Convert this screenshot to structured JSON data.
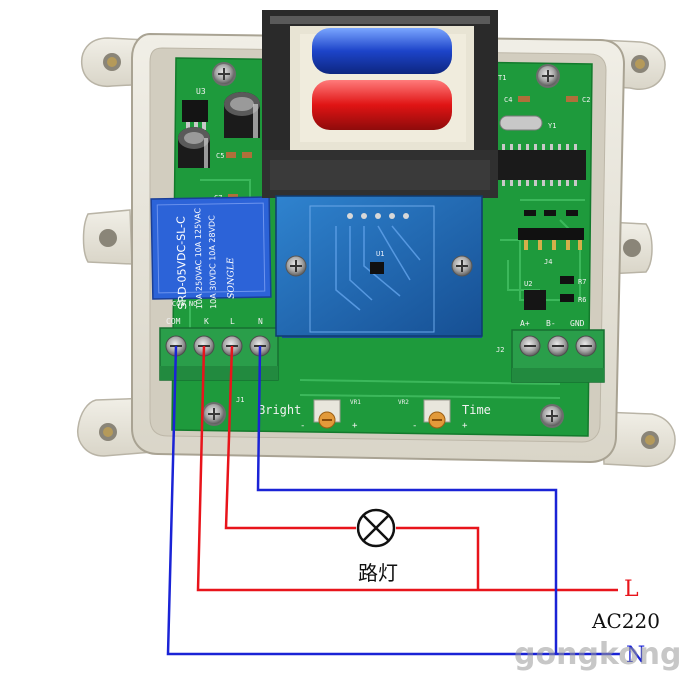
{
  "board": {
    "terminals_left": [
      "COM",
      "K",
      "L",
      "N"
    ],
    "terminals_right": [
      "A+",
      "B-",
      "GND"
    ],
    "relay": {
      "model": "SRD-05VDC-SL-C",
      "ratings": [
        "10A 250VAC 10A 125VAC",
        "10A 30VDC 10A 28VDC"
      ],
      "brand": "SONGLE",
      "pins": "COW NO"
    },
    "designators": {
      "u1": "U1",
      "u2": "U2",
      "u3": "U3",
      "t1": "T1",
      "j1": "J1",
      "j2": "J2",
      "j4": "J4",
      "c4": "C4",
      "c2": "C2",
      "c5": "C5",
      "c7": "C7",
      "y1": "Y1",
      "r7": "R7",
      "r6": "R6",
      "vr1": "VR1",
      "vr2": "VR2"
    },
    "bright_label": "Bright",
    "time_label": "Time",
    "minus": "-",
    "plus": "+"
  },
  "wiring": {
    "lamp_label": "路灯",
    "live_label": "L",
    "supply_label": "AC220",
    "neutral_label": "N",
    "colors": {
      "red": "#e8141b",
      "blue": "#1a23d6"
    }
  },
  "watermark": "gongkong",
  "colors": {
    "pcb": "#1e9a3c",
    "enclosure": "#e9e6dc",
    "terminal": "#2a9e4a",
    "relay": "#2c63d8",
    "module": "#1c69b8"
  }
}
